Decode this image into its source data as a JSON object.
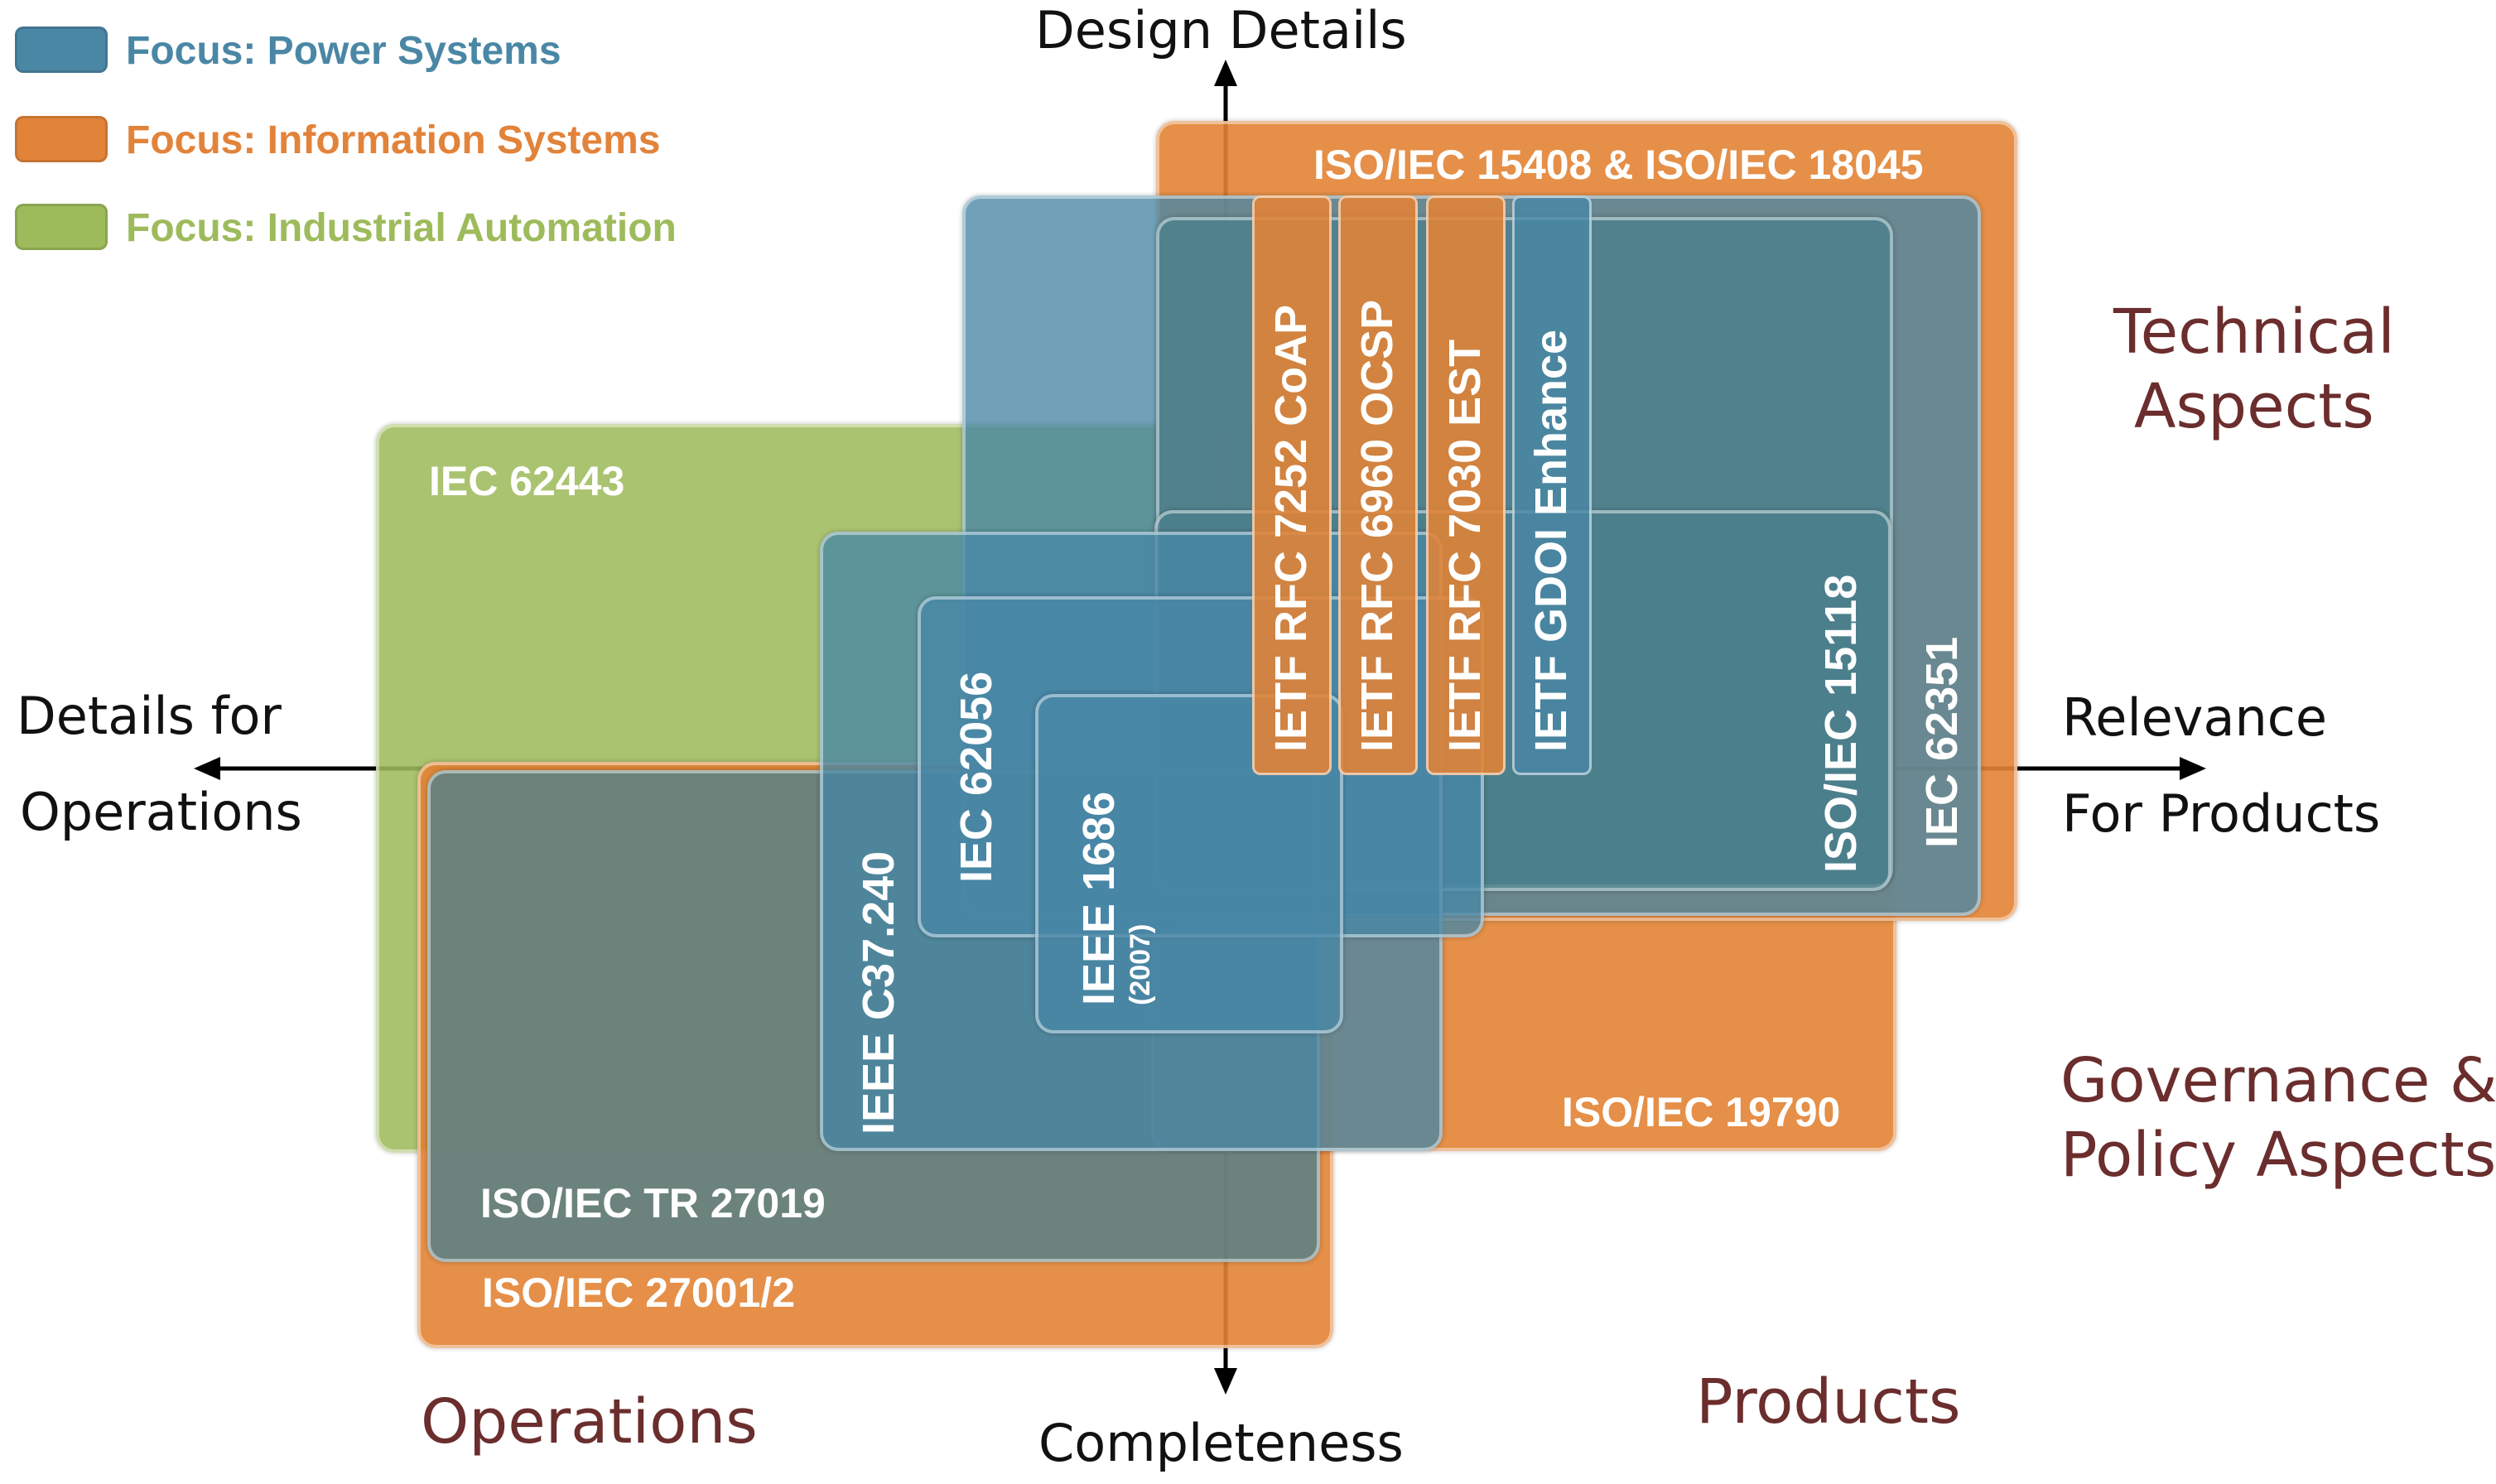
{
  "legend": [
    {
      "label": "Focus: Power Systems",
      "color": "#4a87a5"
    },
    {
      "label": "Focus: Information Systems",
      "color": "#e2833a"
    },
    {
      "label": "Focus: Industrial Automation",
      "color": "#9ebb5c"
    }
  ],
  "axes": {
    "top": "Design Details",
    "bottom": "Completeness",
    "left_line1": "Details for",
    "left_line2": "Operations",
    "right_line1": "Relevance",
    "right_line2": "For Products"
  },
  "aspects": {
    "technical_line1": "Technical",
    "technical_line2": "Aspects",
    "governance_line1": "Governance &",
    "governance_line2": "Policy Aspects",
    "operations": "Operations",
    "products": "Products"
  },
  "standards": {
    "iso_15408": "ISO/IEC 15408 & ISO/IEC 18045",
    "iec_62443": "IEC 62443",
    "iso_19790": "ISO/IEC 19790",
    "iso_tr_27019": "ISO/IEC TR 27019",
    "iso_27001": "ISO/IEC 27001/2",
    "ieee_c37": "IEEE C37.240",
    "iec_62056": "IEC 62056",
    "ieee_1686": "IEEE 1686",
    "ieee_1686_year": "(2007)",
    "iso_15118": "ISO/IEC 15118",
    "iec_62351": "IEC 62351",
    "rfc_7252": "IETF RFC 7252 CoAP",
    "rfc_6960": "IETF RFC 6960 OCSP",
    "rfc_7030": "IETF RFC 7030 EST",
    "gdoi": "IETF GDOI Enhance"
  }
}
